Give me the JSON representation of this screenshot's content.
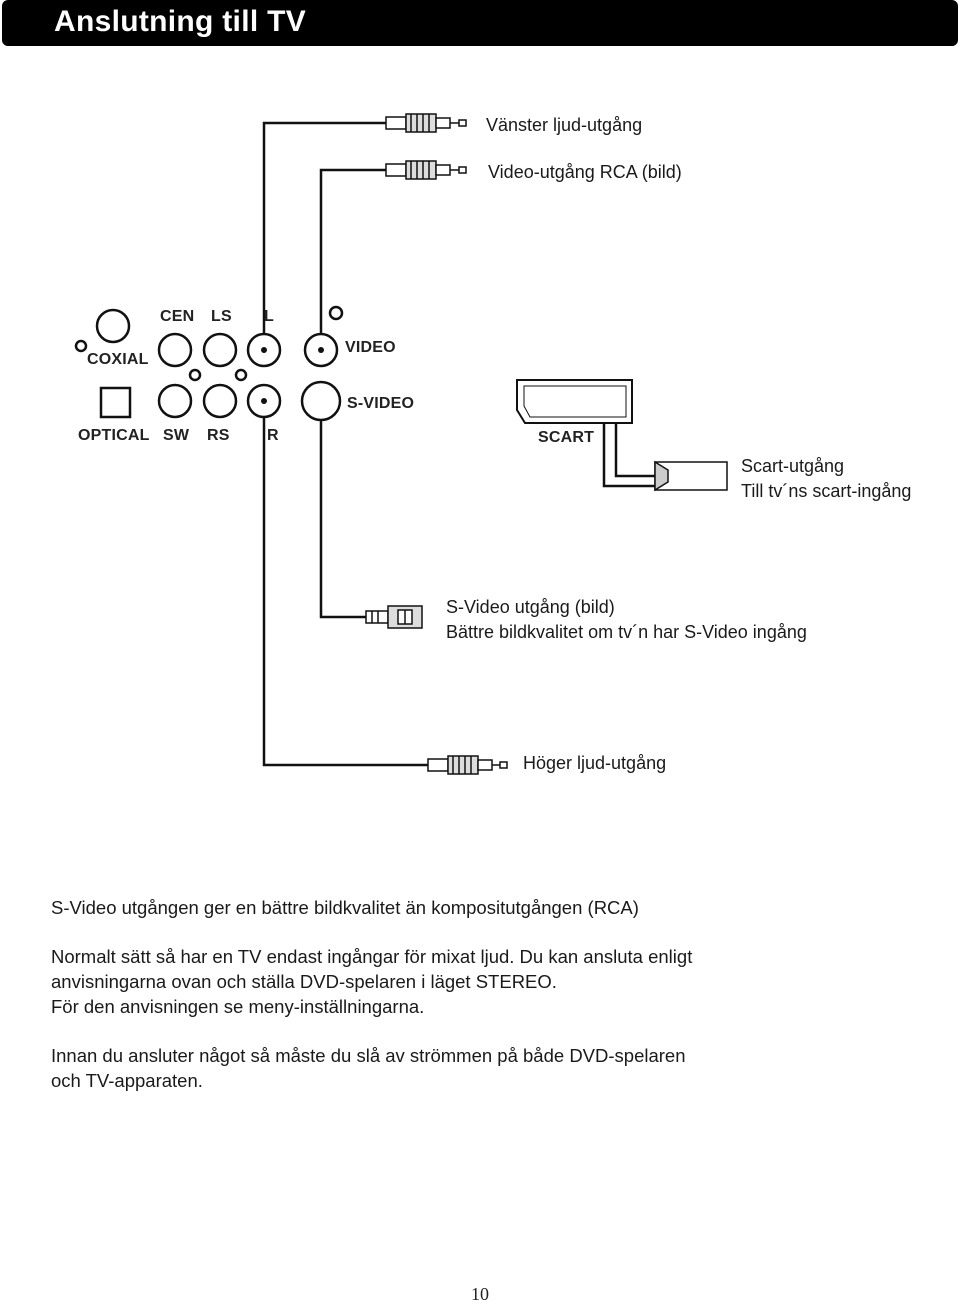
{
  "header": {
    "title": "Anslutning till TV"
  },
  "diagram": {
    "labels": {
      "left_audio": "Vänster ljud-utgång",
      "video_rca": "Video-utgång RCA (bild)",
      "scart_out": "Scart-utgång",
      "scart_in": "Till tv´ns scart-ingång",
      "svideo_out": "S-Video utgång (bild)",
      "svideo_note": "Bättre bildkvalitet om tv´n har S-Video ingång",
      "right_audio": "Höger ljud-utgång"
    },
    "panel": {
      "cen": "CEN",
      "ls": "LS",
      "l": "L",
      "coxial": "COXIAL",
      "video": "VIDEO",
      "svideo": "S-VIDEO",
      "optical": "OPTICAL",
      "sw": "SW",
      "rs": "RS",
      "r": "R",
      "scart": "SCART"
    }
  },
  "paragraphs": {
    "p1": "S-Video utgången ger en bättre bildkvalitet än kompositutgången (RCA)",
    "p2_l1": "Normalt sätt så har en TV endast ingångar för mixat ljud. Du kan ansluta enligt",
    "p2_l2": "anvisningarna ovan och ställa DVD-spelaren i läget STEREO.",
    "p2_l3": "För den anvisningen se meny-inställningarna.",
    "p3_l1": "Innan du ansluter något så måste du slå av strömmen på både DVD-spelaren",
    "p3_l2": "och TV-apparaten."
  },
  "page_number": "10"
}
